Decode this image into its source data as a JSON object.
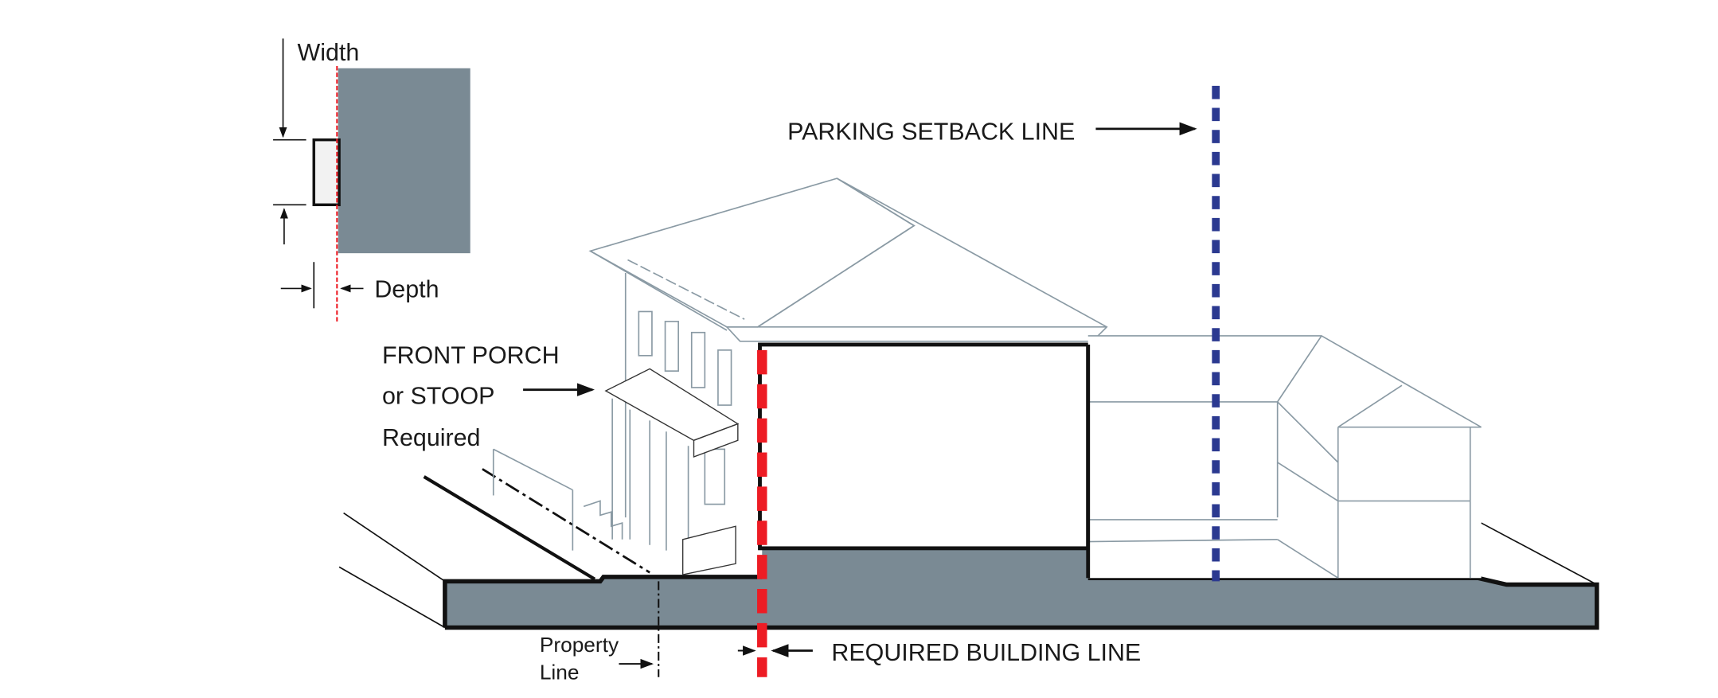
{
  "inset": {
    "width_label": "Width",
    "depth_label": "Depth"
  },
  "labels": {
    "parking_setback": "PARKING SETBACK LINE",
    "front_porch_line1": "FRONT PORCH",
    "front_porch_line2": "or STOOP",
    "front_porch_line3": "Required",
    "property_line1": "Property",
    "property_line2": "Line",
    "required_building_line": "REQUIRED BUILDING LINE"
  },
  "colors": {
    "ground": "#7a8a94",
    "building_line": "#ed1c24",
    "parking_line": "#2b3990"
  }
}
